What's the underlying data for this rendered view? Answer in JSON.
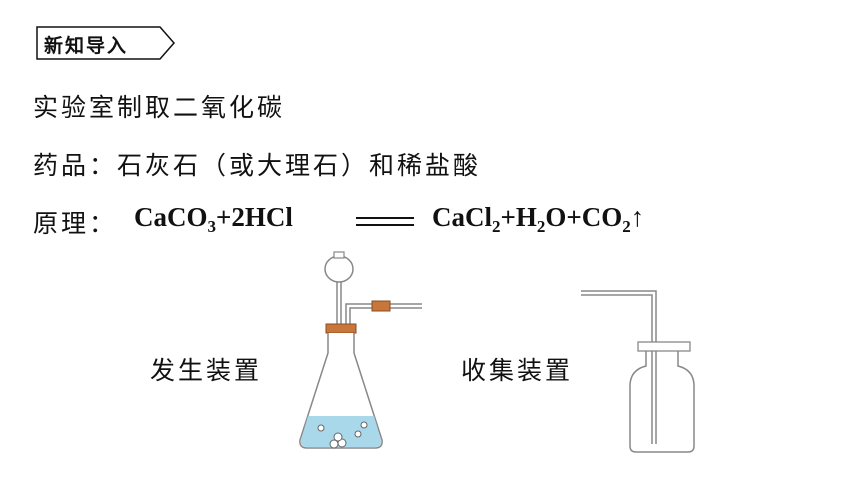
{
  "tag": {
    "label": "新知导入"
  },
  "lines": {
    "topic": "实验室制取二氧化碳",
    "reagents": "药品：石灰石（或大理石）和稀盐酸",
    "principle_label": "原理："
  },
  "equation": {
    "left": {
      "a": "CaCO",
      "a_sub": "3",
      "b": "+2HCl"
    },
    "right": {
      "a": "CaCl",
      "a_sub": "2",
      "b": "+H",
      "b_sub": "2",
      "c": "O+CO",
      "c_sub": "2",
      "d": "↑"
    }
  },
  "captions": {
    "generator": "发生装置",
    "collector": "收集装置"
  },
  "colors": {
    "liquid": "#a8d8ea",
    "stopper": "#c8763a",
    "glass": "#888888"
  }
}
